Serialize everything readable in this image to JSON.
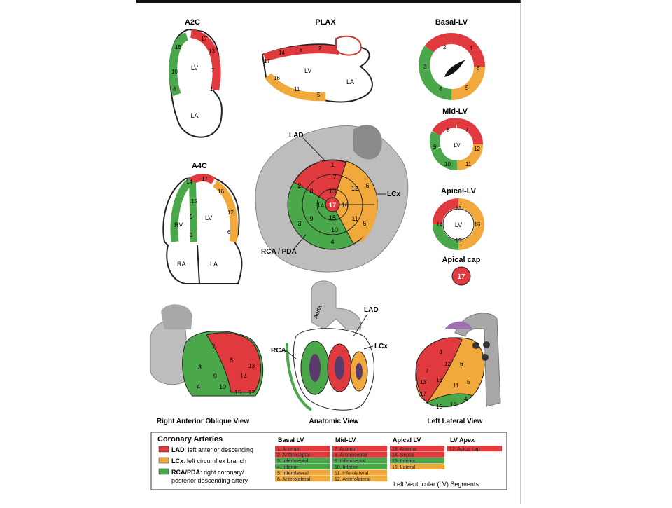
{
  "views": {
    "a2c": "A2C",
    "plax": "PLAX",
    "basal_lv": "Basal-LV",
    "a4c": "A4C",
    "mid_lv": "Mid-LV",
    "apical_lv": "Apical-LV",
    "apical_cap": "Apical cap",
    "right_anterior_oblique": "Right Anterior Oblique View",
    "anatomic": "Anatomic View",
    "left_lateral": "Left Lateral View"
  },
  "chambers": {
    "lv": "LV",
    "la": "LA",
    "rv": "RV",
    "ra": "RA"
  },
  "arteries": {
    "lad": "LAD",
    "lcx": "LCx",
    "rca_pda": "RCA / PDA",
    "rca": "RCA",
    "aorta": "Aorta"
  },
  "colors": {
    "lad": "#e03a3e",
    "lcx": "#f2a93b",
    "rca": "#4aa84a"
  },
  "legend": {
    "title": "Coronary Arteries",
    "items": [
      {
        "abbr": "LAD",
        "text": ": left anterior descending",
        "color": "#e03a3e"
      },
      {
        "abbr": "LCx",
        "text": ": left circumflex branch",
        "color": "#f2a93b"
      },
      {
        "abbr": "RCA/PDA",
        "text": ": right coronary/",
        "text2": "posterior descending artery",
        "color": "#4aa84a"
      }
    ]
  },
  "segment_table": {
    "footer": "Left Ventricular (LV) Segments",
    "columns": [
      {
        "header": "Basal LV",
        "rows": [
          {
            "text": "1.  Anterior",
            "color": "#e03a3e"
          },
          {
            "text": "2.  Anteroseptal",
            "color": "#e03a3e"
          },
          {
            "text": "3.  Inferoseptal",
            "color": "#4aa84a"
          },
          {
            "text": "4.  Inferior",
            "color": "#4aa84a"
          },
          {
            "text": "5.  Inferolateral",
            "color": "#f2a93b"
          },
          {
            "text": "6.  Anterolateral",
            "color": "#f2a93b"
          }
        ]
      },
      {
        "header": "Mid-LV",
        "rows": [
          {
            "text": "7.  Anterior",
            "color": "#e03a3e"
          },
          {
            "text": "8.  Anteroseptal",
            "color": "#e03a3e"
          },
          {
            "text": "9.  Inferoseptal",
            "color": "#4aa84a"
          },
          {
            "text": "10. Inferior",
            "color": "#4aa84a"
          },
          {
            "text": "11. Inferolateral",
            "color": "#f2a93b"
          },
          {
            "text": "12. Anterolateral",
            "color": "#f2a93b"
          }
        ]
      },
      {
        "header": "Apical LV",
        "rows": [
          {
            "text": "13. Anterior",
            "color": "#e03a3e"
          },
          {
            "text": "14. Septal",
            "color": "#e03a3e"
          },
          {
            "text": "15. Inferior",
            "color": "#4aa84a"
          },
          {
            "text": "16. Lateral",
            "color": "#f2a93b"
          }
        ]
      },
      {
        "header": "LV Apex",
        "rows": [
          {
            "text": "17. Apical cap",
            "color": "#e03a3e"
          }
        ]
      }
    ]
  },
  "segment_numbers": {
    "s1": "1",
    "s2": "2",
    "s3": "3",
    "s4": "4",
    "s5": "5",
    "s6": "6",
    "s7": "7",
    "s8": "8",
    "s9": "9",
    "s10": "10",
    "s11": "11",
    "s12": "12",
    "s13": "13",
    "s14": "14",
    "s15": "15",
    "s16": "16",
    "s17": "17"
  }
}
